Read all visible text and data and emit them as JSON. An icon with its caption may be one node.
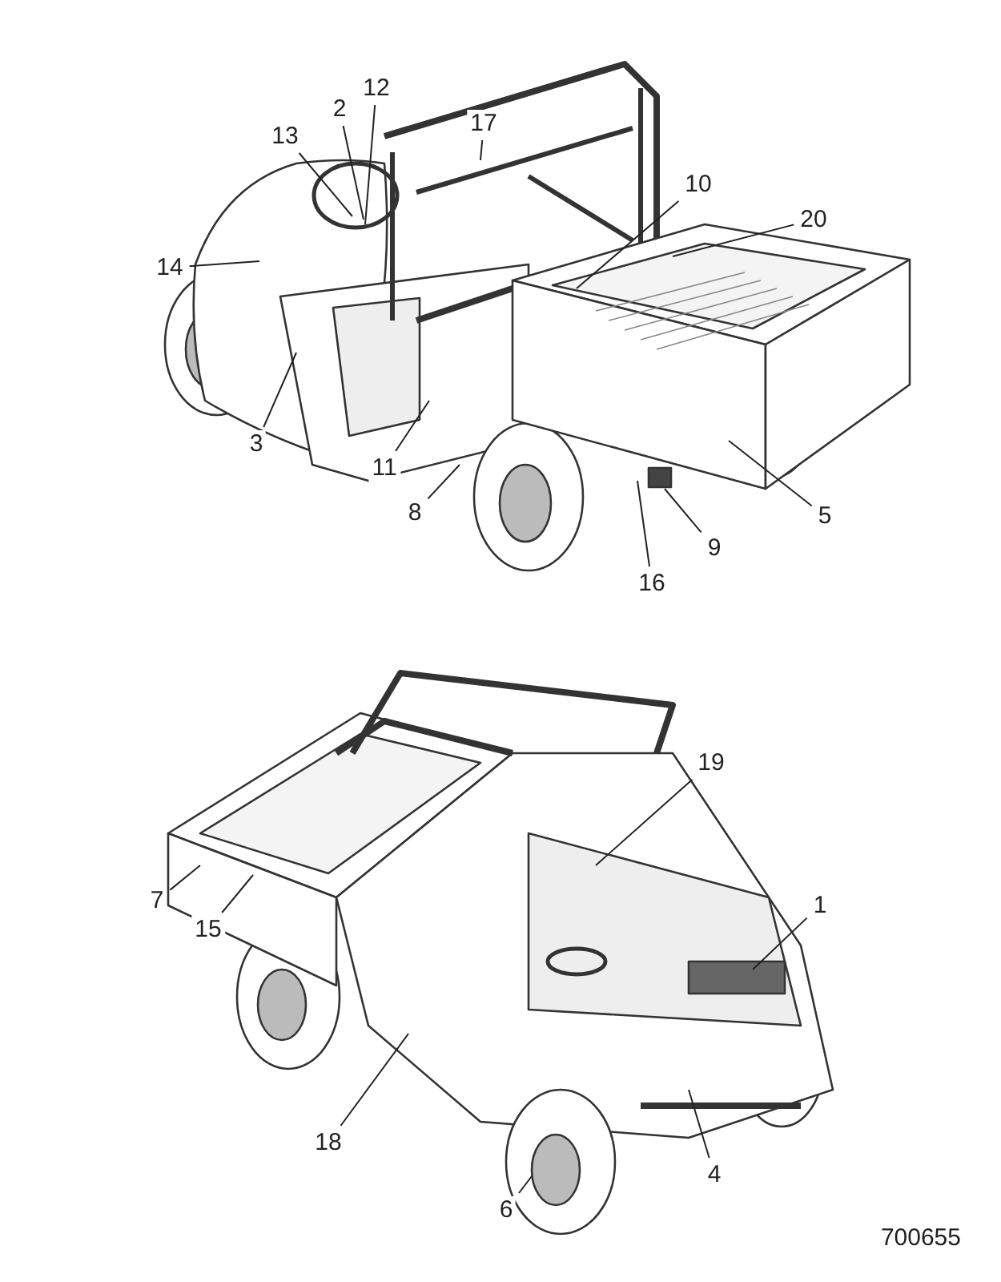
{
  "diagram": {
    "nodes": [
      {
        "text": [
          "12"
        ]
      },
      {
        "text": [
          "2"
        ]
      },
      {
        "text": [
          "17"
        ]
      },
      {
        "text": [
          "13"
        ]
      },
      {
        "text": [
          "10"
        ]
      },
      {
        "text": [
          "20"
        ]
      },
      {
        "text": [
          "14"
        ]
      },
      {
        "text": [
          "3"
        ]
      },
      {
        "text": [
          "11"
        ]
      },
      {
        "text": [
          "8"
        ]
      },
      {
        "text": [
          "5"
        ]
      },
      {
        "text": [
          "9"
        ]
      },
      {
        "text": [
          "16"
        ]
      },
      {
        "text": [
          "19"
        ]
      },
      {
        "text": [
          "7"
        ]
      },
      {
        "text": [
          "15"
        ]
      },
      {
        "text": [
          "1"
        ]
      },
      {
        "text": [
          "18"
        ]
      },
      {
        "text": [
          "4"
        ]
      },
      {
        "text": [
          "6"
        ]
      }
    ],
    "edges": [
      {
        "from": 0,
        "to": null,
        "arrow": "none"
      },
      {
        "from": 1,
        "to": null,
        "arrow": "none"
      },
      {
        "from": 2,
        "to": null,
        "arrow": "none"
      },
      {
        "from": 3,
        "to": null,
        "arrow": "none"
      },
      {
        "from": 4,
        "to": null,
        "arrow": "none"
      },
      {
        "from": 5,
        "to": null,
        "arrow": "none"
      },
      {
        "from": 6,
        "to": null,
        "arrow": "none"
      },
      {
        "from": 7,
        "to": null,
        "arrow": "none"
      },
      {
        "from": 8,
        "to": null,
        "arrow": "none"
      },
      {
        "from": 9,
        "to": null,
        "arrow": "none"
      },
      {
        "from": 10,
        "to": null,
        "arrow": "none"
      },
      {
        "from": 11,
        "to": null,
        "arrow": "none"
      },
      {
        "from": 12,
        "to": null,
        "arrow": "none"
      },
      {
        "from": 13,
        "to": null,
        "arrow": "none"
      },
      {
        "from": 14,
        "to": null,
        "arrow": "none"
      },
      {
        "from": 15,
        "to": null,
        "arrow": "none"
      },
      {
        "from": 16,
        "to": null,
        "arrow": "none"
      },
      {
        "from": 17,
        "to": null,
        "arrow": "none"
      },
      {
        "from": 18,
        "to": null,
        "arrow": "none"
      },
      {
        "from": 19,
        "to": null,
        "arrow": "none"
      }
    ],
    "labels": [
      "700655"
    ]
  }
}
